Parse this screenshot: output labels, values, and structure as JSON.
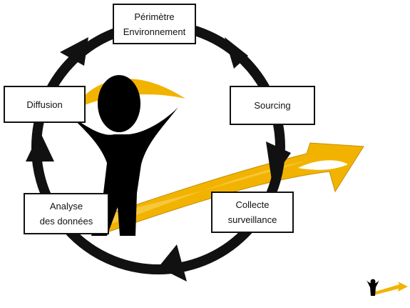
{
  "colors": {
    "cycle": "#111111",
    "accent": "#f2b300",
    "accent_light": "#f7cc4a",
    "figure": "#000000",
    "box_border": "#111111",
    "box_background": "#ffffff"
  },
  "steps": {
    "perimetre": {
      "line1": "Périmètre",
      "line2": "Environnement"
    },
    "sourcing": {
      "label": "Sourcing"
    },
    "collecte": {
      "line1": "Collecte",
      "line2": "surveillance"
    },
    "analyse": {
      "line1": "Analyse",
      "line2": "des données"
    },
    "diffusion": {
      "label": "Diffusion"
    }
  },
  "cycle_direction": "clockwise",
  "icons": {
    "figure": "person-arms-raised-icon",
    "logo": "person-arrow-logo-icon"
  }
}
